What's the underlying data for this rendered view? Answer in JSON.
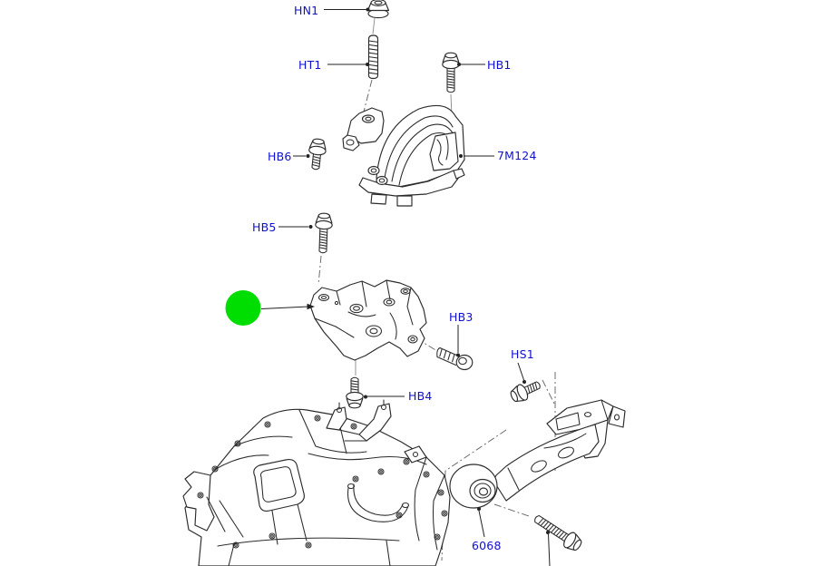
{
  "diagram": {
    "colors": {
      "background": "#ffffff",
      "callout_text": "#1111cc",
      "line_art": "#2b2b2b",
      "leader_line": "#222222",
      "axis_line": "#666666",
      "highlight": "#00dd00"
    },
    "callouts": {
      "hn1": "HN1",
      "ht1": "HT1",
      "hb1": "HB1",
      "hb6": "HB6",
      "m7124": "7M124",
      "hb5": "HB5",
      "hb3": "HB3",
      "hb4": "HB4",
      "hs1": "HS1",
      "p6068": "6068"
    },
    "figures": [
      "flange-nut",
      "threaded-stud",
      "hex-flange-bolt",
      "engine-mount",
      "engine-mount-bracket",
      "socket-head-bolt",
      "roll-restrictor-bracket",
      "roll-restrictor-arm",
      "bushing",
      "transmission-housing",
      "highlight-marker"
    ]
  }
}
